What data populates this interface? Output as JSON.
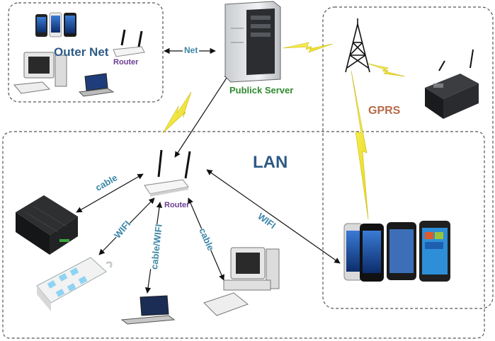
{
  "labels": {
    "outer_net": "Outer Net",
    "router_outer": "Router",
    "net": "Net",
    "public_server": "Publick Server",
    "gprs": "GPRS",
    "lan": "LAN",
    "router_lan": "Router",
    "cable_left": "cable",
    "wifi_left": "WIFI",
    "cable_wifi": "cable/WIFI",
    "cable_right": "cable",
    "wifi_right": "WIFI"
  },
  "colors": {
    "label_blue": "#3d87a8",
    "title_blue": "#2d5a86",
    "router_purple": "#6a3d8f",
    "server_green": "#2f8a2f",
    "gprs_brown": "#b56a4a",
    "lightning_yellow": "#f2e62a",
    "dashed_border": "#555555"
  },
  "icons": {
    "phones_outer": "smartphones-icon",
    "router_outer": "wifi-router-icon",
    "desktop_outer": "desktop-computer-icon",
    "laptop_outer": "laptop-icon",
    "server": "tower-server-icon",
    "tower": "cell-tower-icon",
    "modem": "gprs-modem-icon",
    "router_lan": "wifi-router-icon",
    "controller": "controller-box-icon",
    "power_strip": "smart-power-strip-icon",
    "laptop_lan": "laptop-icon",
    "desktop_lan": "desktop-computer-icon",
    "phones_right": "smartphones-icon"
  }
}
